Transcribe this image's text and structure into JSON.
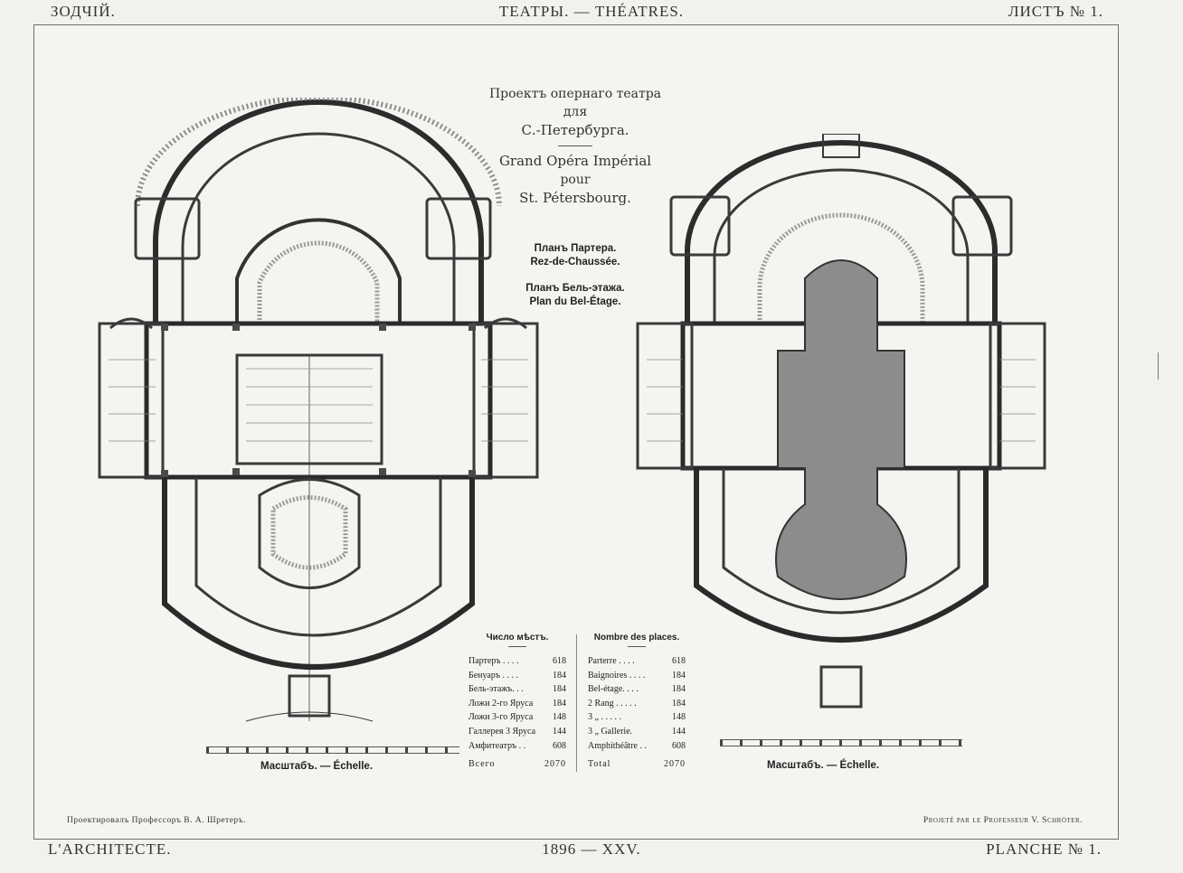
{
  "header": {
    "left": "ЗОДЧІЙ.",
    "center": "ТЕАТРЫ. — THÉATRES.",
    "right": "ЛИСТЪ № 1."
  },
  "title": {
    "ru_line1": "Проектъ опернаго театра",
    "ru_line2": "для",
    "ru_line3": "С.-Петербурга.",
    "fr_line1": "Grand Opéra Impérial",
    "fr_line2": "pour",
    "fr_line3": "St. Pétersbourg."
  },
  "plans": {
    "ground_ru": "Планъ Партера.",
    "ground_fr": "Rez-de-Chaussée.",
    "upper_ru": "Планъ Бель-этажа.",
    "upper_fr": "Plan du Bel-Étage."
  },
  "seats_ru": {
    "heading": "Число мѣстъ.",
    "rows": [
      {
        "label": "Партеръ . . . .",
        "value": "618"
      },
      {
        "label": "Бенуаръ . . . .",
        "value": "184"
      },
      {
        "label": "Бель-этажъ. . .",
        "value": "184"
      },
      {
        "label": "Ложи 2-го Яруса",
        "value": "184"
      },
      {
        "label": "Ложи 3-го Яруса",
        "value": "148"
      },
      {
        "label": "Галлерея 3 Яруса",
        "value": "144"
      },
      {
        "label": "Амфитеатръ . .",
        "value": "608"
      }
    ],
    "total_label": "Всего",
    "total_value": "2070"
  },
  "seats_fr": {
    "heading": "Nombre des places.",
    "rows": [
      {
        "label": "Parterre . . . .",
        "value": "618"
      },
      {
        "label": "Baignoires . . . .",
        "value": "184"
      },
      {
        "label": "Bel-étage. . . .",
        "value": "184"
      },
      {
        "label": "2 Rang . . . . .",
        "value": "184"
      },
      {
        "label": "3 „ . . . . .",
        "value": "148"
      },
      {
        "label": "3 „ Gallerie.",
        "value": "144"
      },
      {
        "label": "Amphithéâtre . .",
        "value": "608"
      }
    ],
    "total_label": "Total",
    "total_value": "2070"
  },
  "scale_labels": {
    "left": "Масштабъ. — Échelle.",
    "right": "Масштабъ. — Échelle."
  },
  "credits": {
    "left": "Проектировалъ Профессоръ В. А. Шретеръ.",
    "right": "Projeté par le Professeur V. Schröter."
  },
  "footer": {
    "left": "L'ARCHITECTE.",
    "center": "1896 — XXV.",
    "right": "PLANCHE № 1."
  }
}
